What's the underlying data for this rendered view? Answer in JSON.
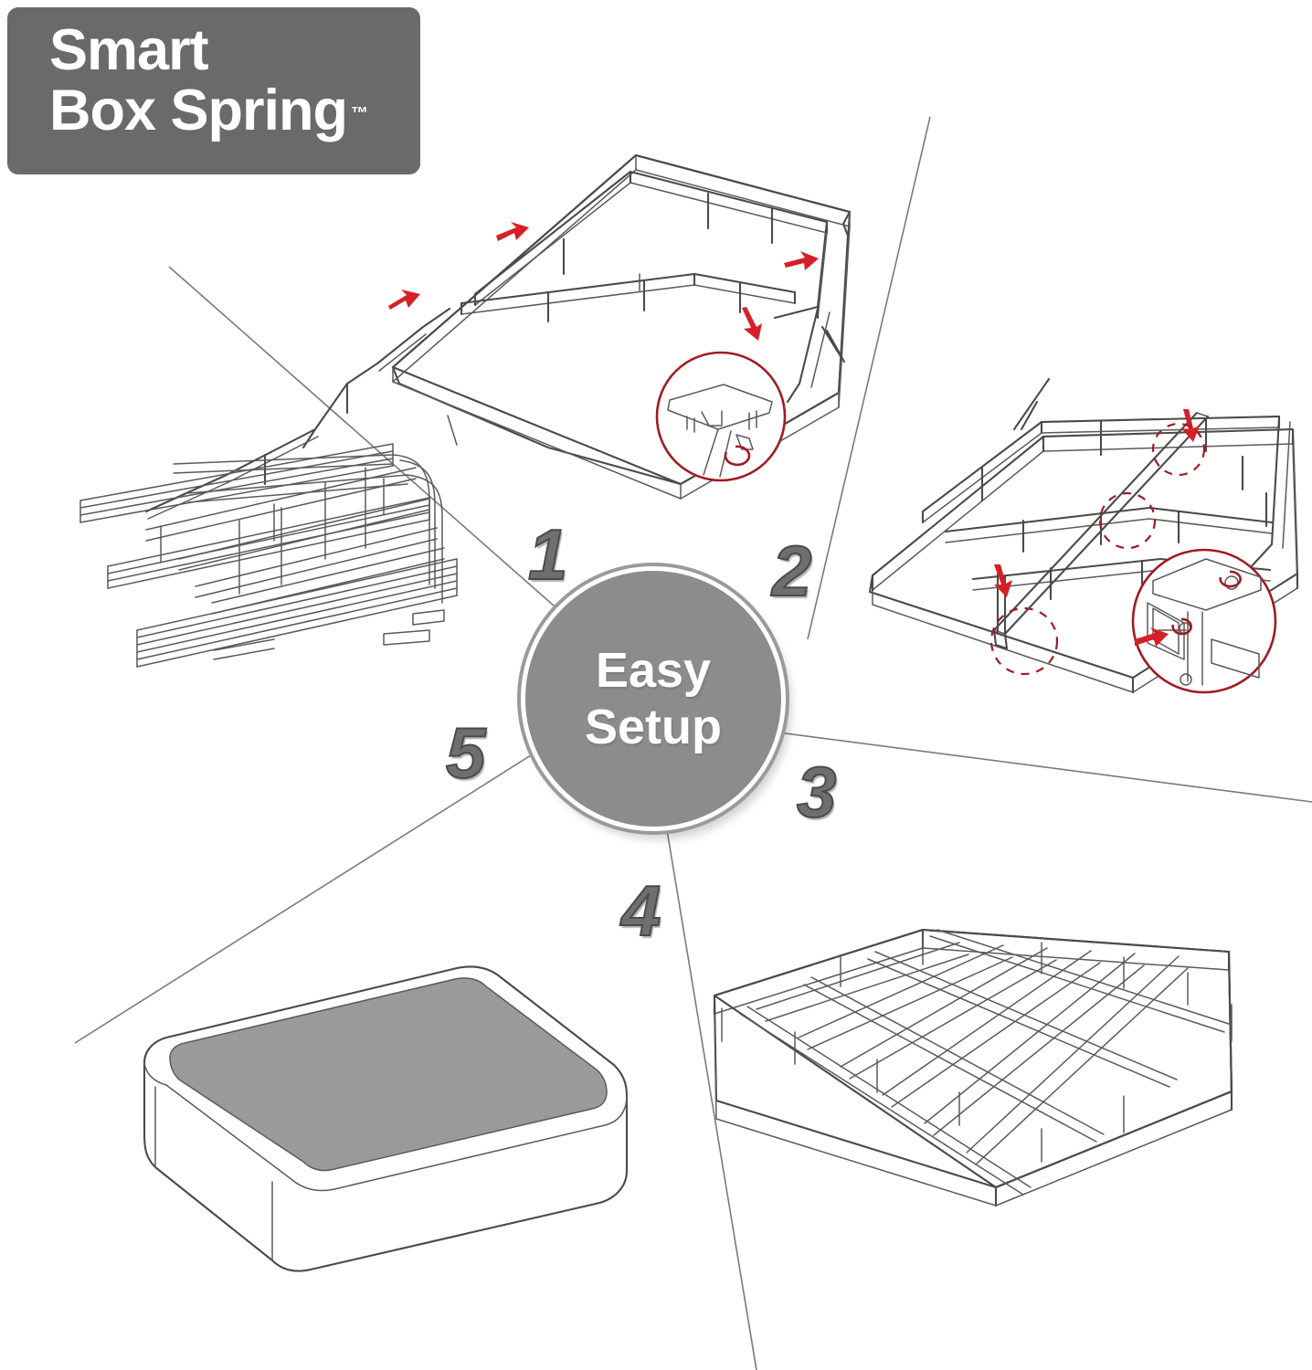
{
  "brand": {
    "logo_line1": "Smart",
    "logo_line2": "Box Spring",
    "trademark": "™",
    "badge_color": "#6a6a6a",
    "text_color": "#ffffff"
  },
  "center_badge": {
    "line1": "Easy",
    "line2": "Setup",
    "fill_color": "#8c8c8c",
    "ring_color": "#ffffff",
    "text_color": "#ffffff"
  },
  "steps": [
    {
      "number": "1",
      "name": "assemble-perimeter-frame",
      "description": "Slide side rails into corner brackets to build the outer frame",
      "callout": "red-circle-detail-bolt-and-wing-nut",
      "arrow_color": "#d61f26"
    },
    {
      "number": "2",
      "name": "install-center-support-rails",
      "description": "Drop the center support beams into place and fasten",
      "callout": "red-circle-detail-screw-insertion",
      "arrow_color": "#d61f26"
    },
    {
      "number": "3",
      "name": "completed-wire-frame",
      "description": "Fully assembled metal box spring frame with all slats",
      "callout": "",
      "arrow_color": ""
    },
    {
      "number": "4",
      "name": "finished-box-spring-with-cover",
      "description": "Finished box spring with fabric cover installed",
      "callout": "",
      "arrow_color": ""
    },
    {
      "number": "5",
      "name": "unpacked-parts-bundle",
      "description": "All rails, slats and hardware laid out before assembly",
      "callout": "",
      "arrow_color": ""
    }
  ],
  "palette": {
    "line": "#4a4a4a",
    "light_line": "#8e8e8e",
    "accent_red": "#d61f26",
    "dark_red": "#a01b22",
    "cover_gray": "#9a9a9a",
    "number_gray": "#6f6f6f",
    "background": "#ffffff"
  }
}
